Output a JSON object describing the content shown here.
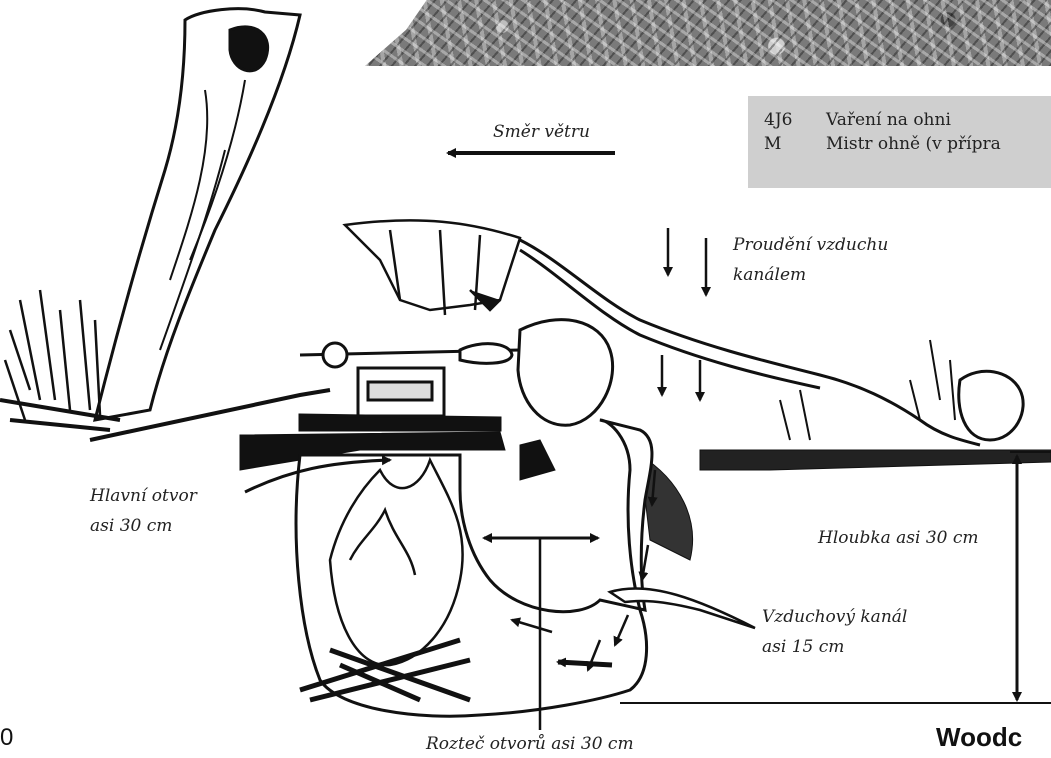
{
  "info_box": {
    "rows": [
      {
        "code": "4J6",
        "text": "Vaření na ohni"
      },
      {
        "code": "M",
        "text": "Mistr ohně (v přípra"
      }
    ]
  },
  "labels": {
    "wind": "Směr větru",
    "airflow_line1": "Proudění vzduchu",
    "airflow_line2": "kanálem",
    "main_hole_line1": "Hlavní otvor",
    "main_hole_line2": "asi 30 cm",
    "depth": "Hloubka asi 30 cm",
    "air_channel_line1": "Vzduchový kanál",
    "air_channel_line2": "asi 15 cm",
    "spacing": "Rozteč otvorů asi 30 cm"
  },
  "footer": {
    "page_number": "0",
    "brand": "Woodc"
  },
  "colors": {
    "ink": "#111111",
    "box_bg": "#cfcfcf"
  }
}
